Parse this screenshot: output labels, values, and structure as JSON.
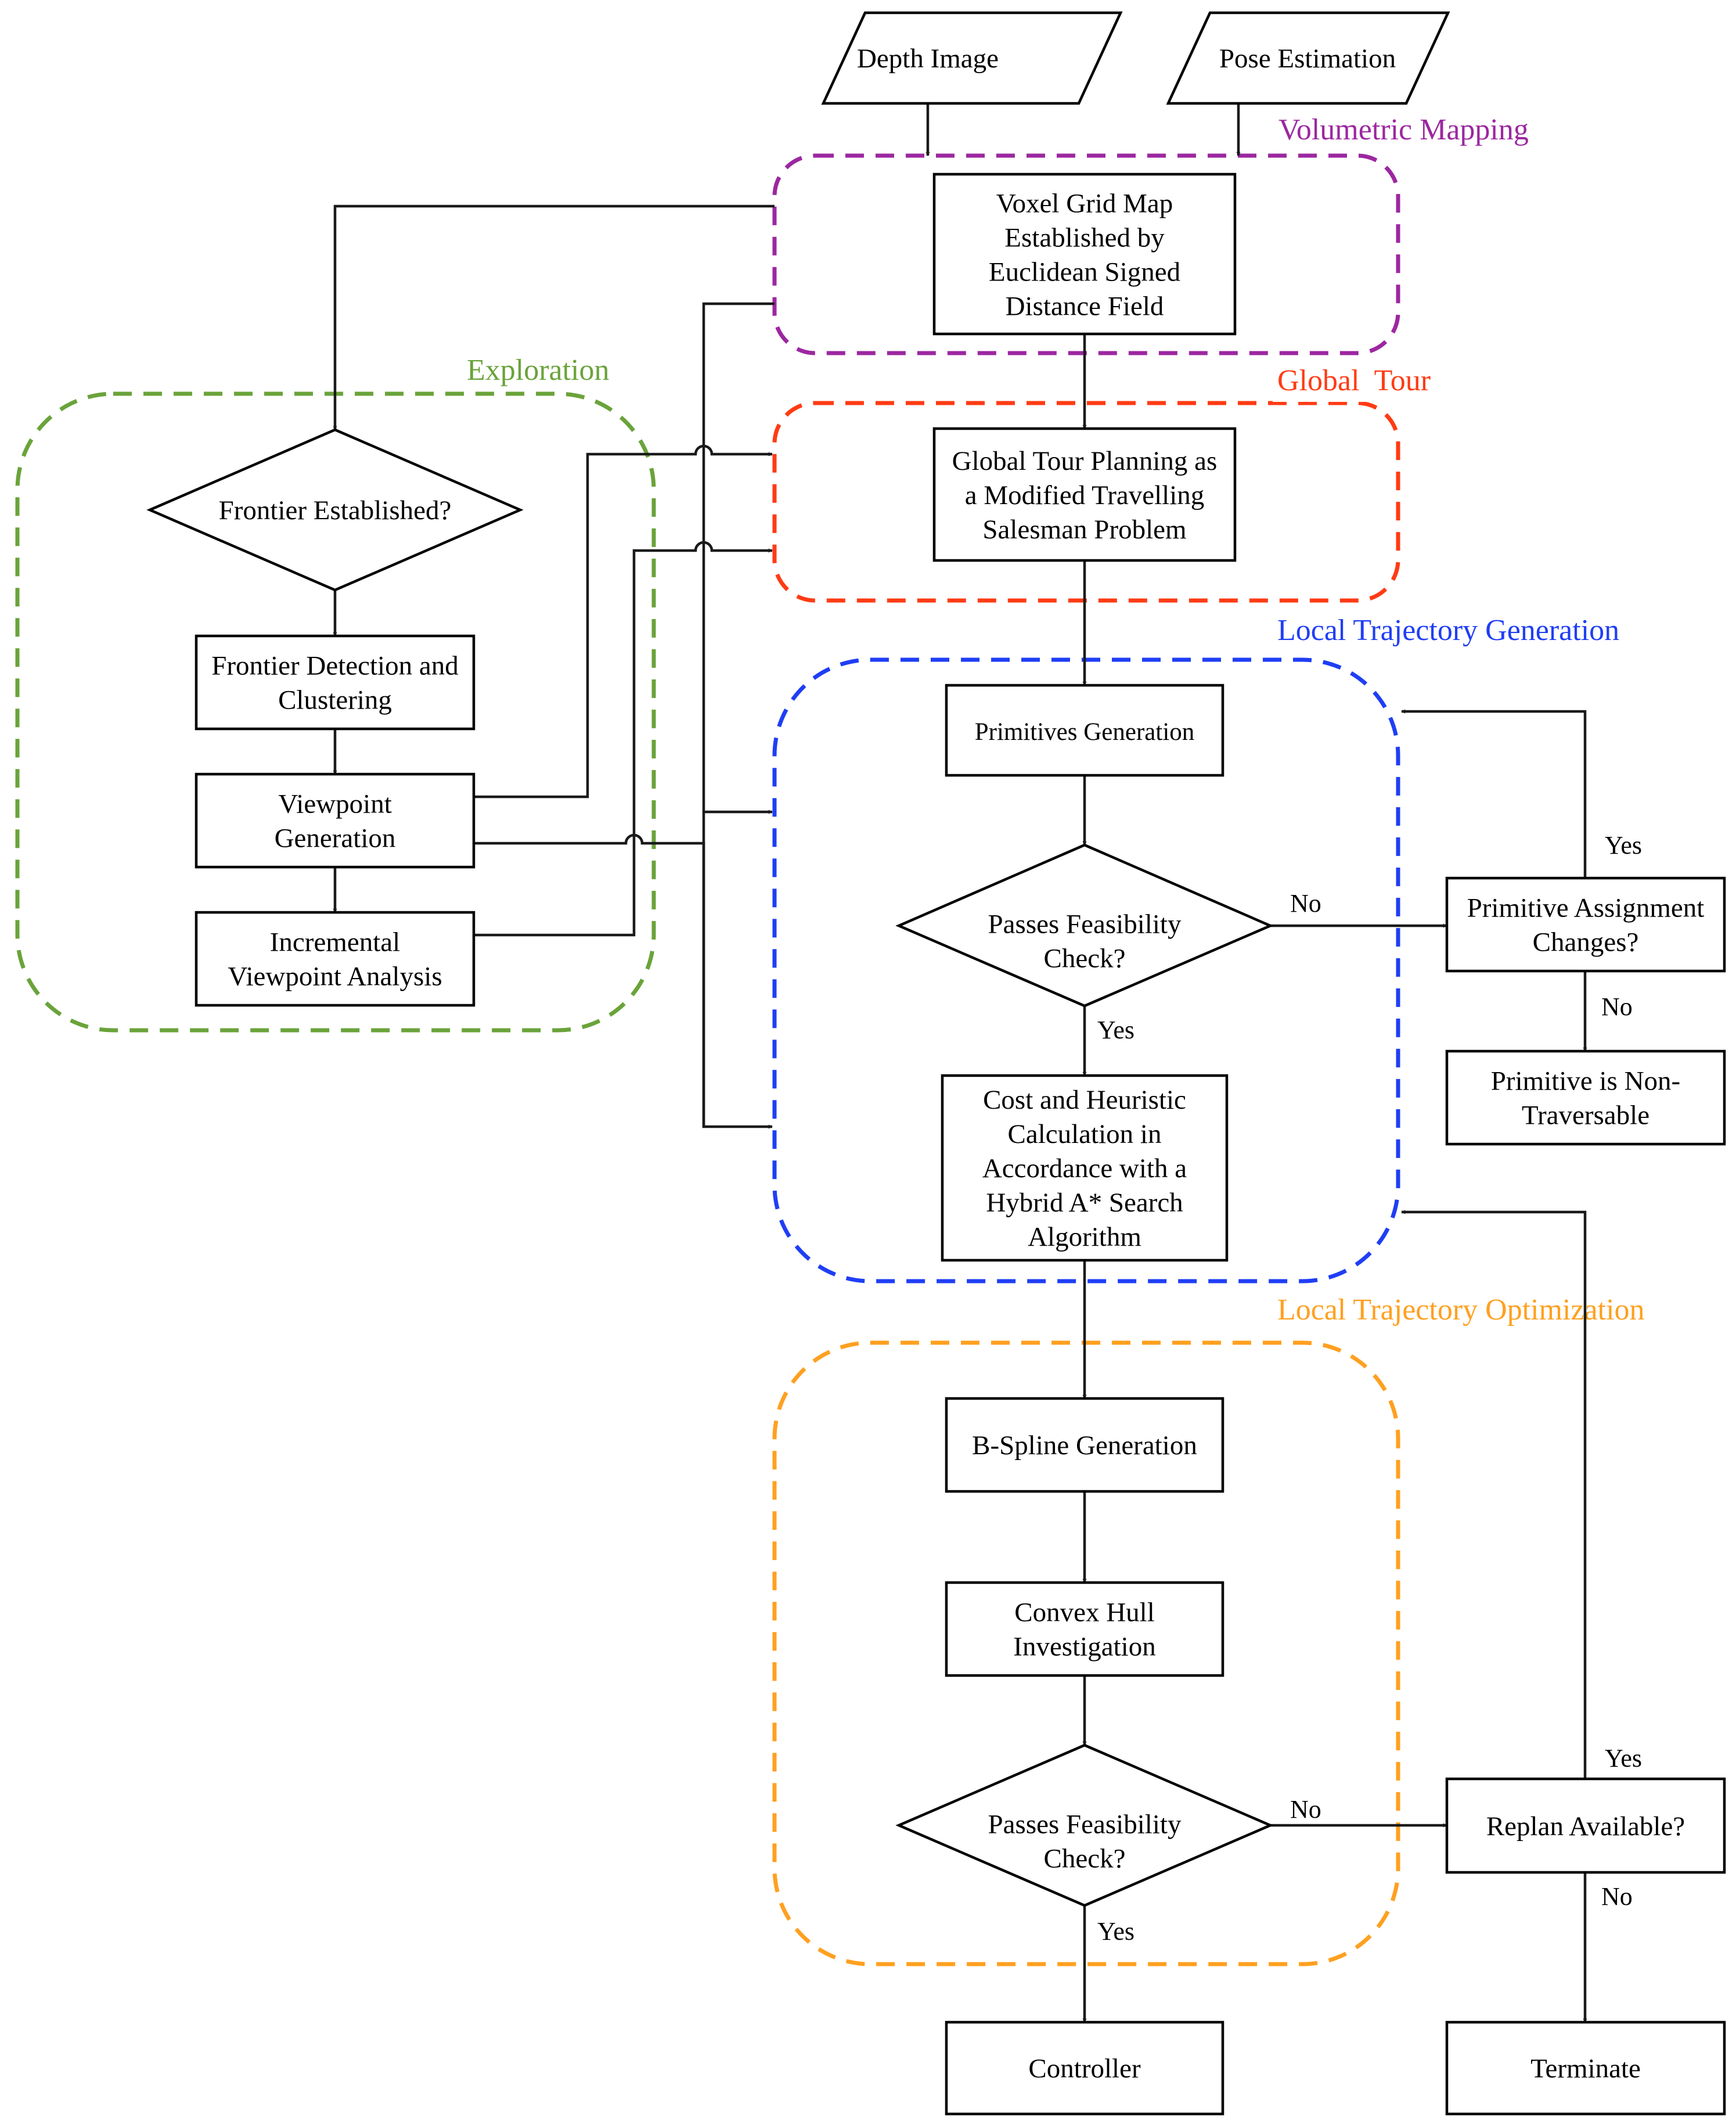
{
  "groups": [
    {
      "id": "volumetric",
      "label": "Volumetric Mapping",
      "color": "#9c27a0"
    },
    {
      "id": "exploration",
      "label": "Exploration",
      "color": "#6aa33a"
    },
    {
      "id": "global",
      "label": "Global  Tour",
      "color": "#ff3b14"
    },
    {
      "id": "local_gen",
      "label": "Local Trajectory Generation",
      "color": "#1f3ef5"
    },
    {
      "id": "local_opt",
      "label": "Local Trajectory Optimization",
      "color": "#ffa020"
    }
  ],
  "nodes": {
    "depth_image": [
      "Depth Image"
    ],
    "pose_estimation": [
      "Pose Estimation"
    ],
    "voxel_grid": [
      "Voxel Grid Map",
      "Established by",
      "Euclidean Signed",
      "Distance Field"
    ],
    "frontier_established": [
      "Frontier Established?"
    ],
    "frontier_detection": [
      "Frontier Detection and",
      "Clustering"
    ],
    "viewpoint_generation": [
      "Viewpoint",
      "Generation"
    ],
    "incremental_viewpoint": [
      "Incremental",
      "Viewpoint Analysis"
    ],
    "global_tour_planning": [
      "Global Tour Planning as",
      "a Modified Travelling",
      "Salesman Problem"
    ],
    "primitives_generation": [
      "Primitives Generation"
    ],
    "feasibility_check_1": [
      "Passes Feasibility",
      "Check?"
    ],
    "primitive_assignment": [
      "Primitive Assignment",
      "Changes?"
    ],
    "primitive_non_traversable": [
      "Primitive is Non-",
      "Traversable"
    ],
    "cost_heuristic": [
      "Cost and Heuristic",
      "Calculation in",
      "Accordance with a",
      "Hybrid A* Search",
      "Algorithm"
    ],
    "bspline_generation": [
      "B-Spline Generation"
    ],
    "convex_hull": [
      "Convex Hull",
      "Investigation"
    ],
    "feasibility_check_2": [
      "Passes Feasibility",
      "Check?"
    ],
    "replan_available": [
      "Replan Available?"
    ],
    "controller": [
      "Controller"
    ],
    "terminate": [
      "Terminate"
    ]
  },
  "edge_labels": {
    "feas1_no": "No",
    "feas1_yes": "Yes",
    "assign_yes": "Yes",
    "assign_no": "No",
    "feas2_no": "No",
    "feas2_yes": "Yes",
    "replan_yes": "Yes",
    "replan_no": "No"
  }
}
